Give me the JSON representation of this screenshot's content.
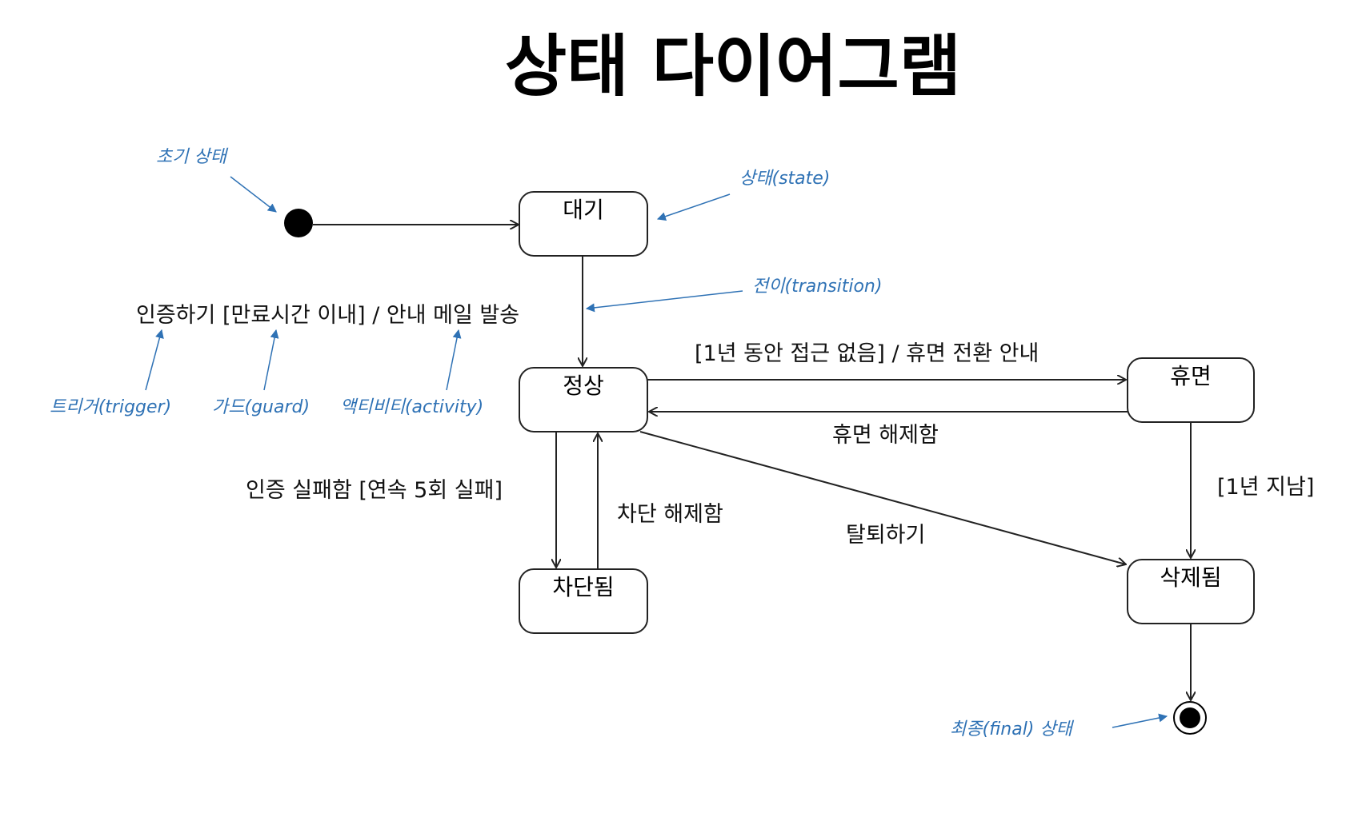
{
  "title": "상태 다이어그램",
  "states": {
    "waiting": "대기",
    "normal": "정상",
    "dormant": "휴면",
    "blocked": "차단됨",
    "deleted": "삭제됨"
  },
  "transitions": {
    "authenticate": "인증하기 [만료시간 이내] / 안내 메일 발송",
    "to_dormant": "[1년 동안 접근 없음] / 휴면 전환 안내",
    "release_dormant": "휴면 해제함",
    "auth_failed": "인증 실패함 [연속 5회 실패]",
    "unblock": "차단 해제함",
    "withdraw": "탈퇴하기",
    "one_year_passed": "[1년 지남]"
  },
  "annotations": {
    "initial_state": "초기 상태",
    "state": "상태(state)",
    "transition": "전이(transition)",
    "trigger": "트리거(trigger)",
    "guard": "가드(guard)",
    "activity": "액티비티(activity)",
    "final_state": "최종(final) 상태"
  },
  "colors": {
    "annotation": "#2f72b5",
    "line": "#222222"
  }
}
